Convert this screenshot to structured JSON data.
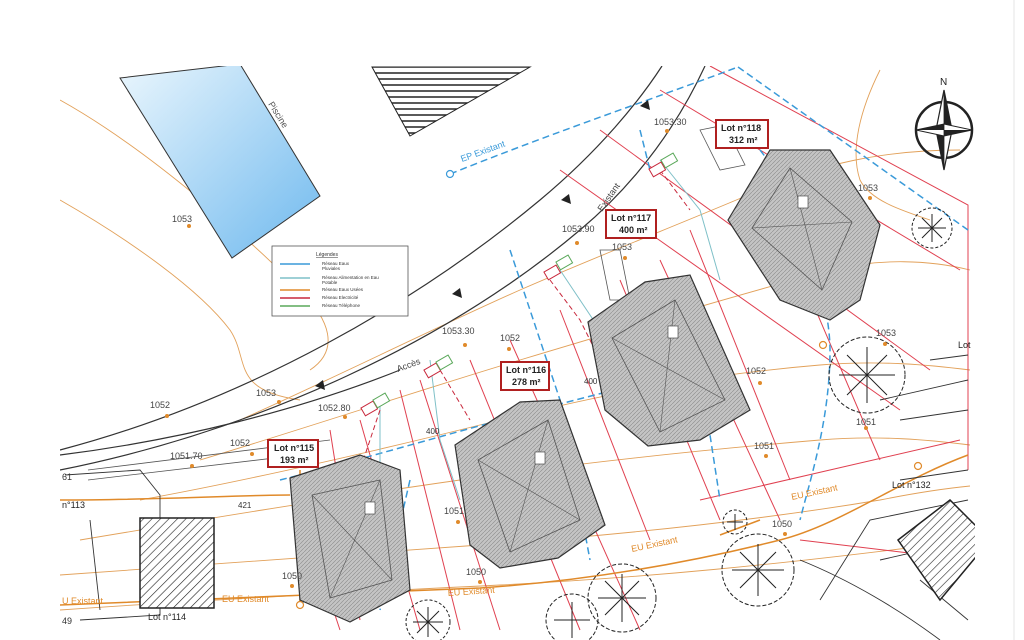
{
  "colors": {
    "eaux_pluviales": "#3a9ad9",
    "alimentation_eau": "#7fc0c8",
    "eaux_usees": "#e08a2a",
    "electricite": "#c8283c",
    "telephone": "#5aa85a",
    "lot_limits": "#e04050",
    "house_fill": "#bcbcbc",
    "house_stroke": "#333333",
    "pool": "#9cd0f0",
    "frame": "#ffffff"
  },
  "icons": [
    "north-arrow-icon",
    "tree-icon",
    "pool-shape",
    "house-footprint"
  ],
  "north_label": "N",
  "pool_label": "Piscine",
  "legend": {
    "title": "Légendes",
    "items": [
      {
        "label_line1": "Réseau Eaux",
        "label_line2": "Pluviales",
        "color": "#3a9ad9"
      },
      {
        "label_line1": "Réseau Alimentation en Eau",
        "label_line2": "Potable",
        "color": "#7fc0c8"
      },
      {
        "label_line1": "Réseau Eaux Usées",
        "label_line2": "",
        "color": "#e08a2a"
      },
      {
        "label_line1": "Réseau Electricité",
        "label_line2": "",
        "color": "#c8283c"
      },
      {
        "label_line1": "Réseau Téléphone",
        "label_line2": "",
        "color": "#5aa85a"
      }
    ]
  },
  "lots": [
    {
      "line1": "Lot n°115",
      "line2": "193 m²"
    },
    {
      "line1": "Lot n°116",
      "line2": "278 m²"
    },
    {
      "line1": "Lot n°117",
      "line2": "400 m²"
    },
    {
      "line1": "Lot n°118",
      "line2": "312 m²"
    }
  ],
  "network_labels": {
    "ep_existant": "EP Existant",
    "eu_existant_1": "EU Existant",
    "eu_existant_2": "EU Existant",
    "eu_existant_3": "EU Existant",
    "eu_existant_4": "U Existant",
    "acces": "Accès",
    "existant": "Existant"
  },
  "neighbor_lots": {
    "lot_132": "Lot n°132",
    "lot_114": "Lot n°114",
    "lot_113": "n°113",
    "lot_right": "Lot"
  },
  "elevations": {
    "e1": "1053",
    "e2": "1053.30",
    "e3": "1053.90",
    "e4": "1053",
    "e5": "1053.30",
    "e6": "1053",
    "e7": "1052.80",
    "e8": "1052",
    "e9": "1052",
    "e10": "1051.70",
    "e11": "1053",
    "e12": "1052",
    "e13": "1052",
    "e14": "1051",
    "e15": "1051",
    "e16": "1051",
    "e17": "1050",
    "e18": "1050",
    "e19": "1050",
    "e20": "1053",
    "e21": "1053"
  },
  "misc_labels": {
    "s400a": "400",
    "s400b": "400",
    "s421": "421",
    "s49": "49",
    "s61": "61"
  }
}
